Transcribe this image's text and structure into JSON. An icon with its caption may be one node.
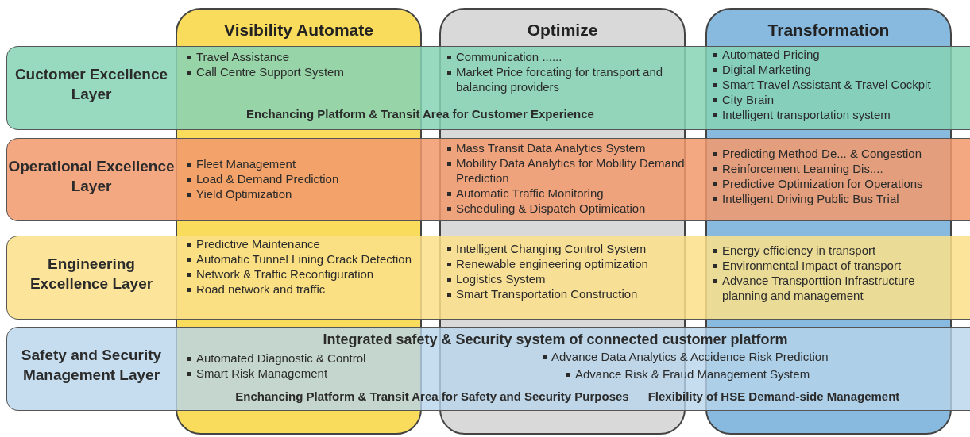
{
  "diagram": {
    "nodes": [
      {
        "text": [
          "Visibility Automate"
        ]
      },
      {
        "text": [
          "Optimize"
        ]
      },
      {
        "text": [
          "Transformation"
        ]
      },
      {
        "text": [
          "Cuctomer Excellence Layer",
          "Enchancing Platform & Transit Area for Customer Experience"
        ]
      },
      {
        "text": [
          "Operational Excellence Layer"
        ]
      },
      {
        "text": [
          "Engineering Excellence Layer"
        ]
      },
      {
        "text": [
          "Safety and Security Management Layer",
          "Integrated safety & Security system of connected customer platform",
          "Enchancing Platform & Transit Area for Safety and Security Purposes",
          "Flexibility of HSE Demand-side Management"
        ]
      }
    ],
    "labels": [
      "Travel Assistance",
      "Call Centre Support System",
      "Communication ......",
      "Market Price forcating for transport and balancing providers",
      "Automated Pricing",
      "Digital Marketing",
      "Smart Travel Assistant & Travel Cockpit",
      "City Brain",
      "Intelligent transportation system",
      "Fleet Management",
      "Load & Demand Prediction",
      "Yield Optimization",
      "Mass Transit Data Analytics System",
      "Mobility Data Analytics for Mobility Demand Prediction",
      "Automatic Traffic Monitoring",
      "Scheduling & Dispatch Optimication",
      "Predicting Method  De... & Congestion",
      "Reinforcement Learning Dis....",
      "Predictive Optimization for Operations",
      "Intelligent Driving Public Bus Trial",
      "Predictive Maintenance",
      "Automatic Tunnel Lining Crack Detection",
      "Network & Traffic Reconfiguration",
      "Road network and traffic",
      "Intelligent Changing Control System",
      "Renewable engineering optimization",
      "Logistics System",
      "Smart Transportation Construction",
      "Energy efficiency in transport",
      "Environmental Impact of transport",
      "Advance Transporttion Infrastructure planning and management",
      "Automated Diagnostic & Control",
      "Smart Risk Management",
      "Advance Data Analytics & Accidence Risk Prediction",
      "Advance Risk & Fraud Management System"
    ]
  }
}
